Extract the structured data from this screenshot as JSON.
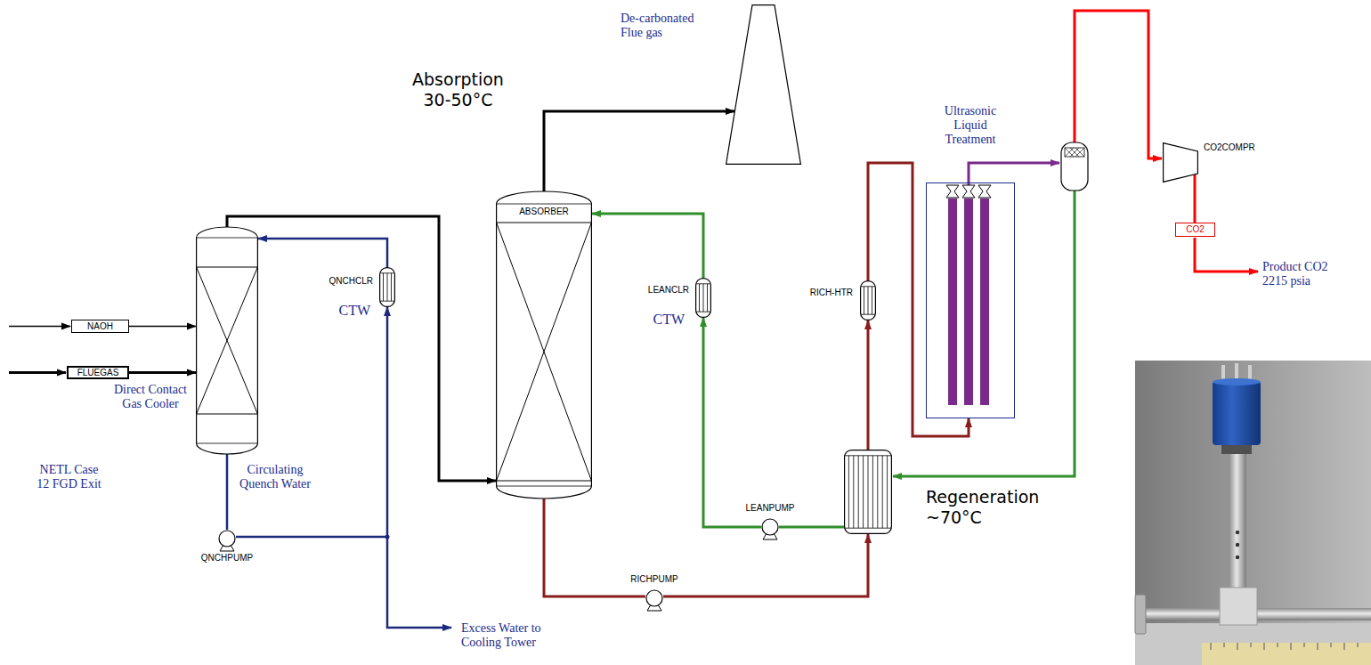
{
  "diagram": {
    "nodes": [
      {
        "text": [
          "NAOH"
        ]
      },
      {
        "text": [
          "FLUEGAS"
        ]
      },
      {
        "text": [
          "Direct Contact Gas Cooler"
        ]
      },
      {
        "text": [
          "QNCHPUMP"
        ]
      },
      {
        "text": [
          "QNCHCLR",
          "CTW"
        ]
      },
      {
        "text": [
          "ABSORBER"
        ]
      },
      {
        "text": [
          "De-carbonated Flue gas"
        ]
      },
      {
        "text": [
          "LEANCLR",
          "CTW"
        ]
      },
      {
        "text": [
          "LEANPUMP"
        ]
      },
      {
        "text": [
          "RICHPUMP"
        ]
      },
      {
        "text": [
          "Regeneration ~70°C"
        ]
      },
      {
        "text": [
          "RICH-HTR"
        ]
      },
      {
        "text": [
          "Ultrasonic Liquid Treatment"
        ]
      },
      {
        "text": [
          "CO2COMPR"
        ]
      },
      {
        "text": [
          "CO2"
        ]
      }
    ],
    "edges": [
      {
        "from": 0,
        "to": 2,
        "arrow": "to"
      },
      {
        "from": 1,
        "to": 2,
        "arrow": "to"
      },
      {
        "from": 2,
        "to": 5,
        "arrow": "to"
      },
      {
        "from": 2,
        "to": 3,
        "arrow": "none"
      },
      {
        "from": 3,
        "to": 4,
        "arrow": "to"
      },
      {
        "from": 4,
        "to": 2,
        "arrow": "to"
      },
      {
        "from": 5,
        "to": 6,
        "arrow": "to"
      },
      {
        "from": 5,
        "to": 9,
        "arrow": "none"
      },
      {
        "from": 9,
        "to": 10,
        "arrow": "to"
      },
      {
        "from": 10,
        "to": 11,
        "arrow": "to"
      },
      {
        "from": 11,
        "to": 12,
        "arrow": "to"
      },
      {
        "from": 10,
        "to": 8,
        "arrow": "none"
      },
      {
        "from": 8,
        "to": 7,
        "arrow": "to"
      },
      {
        "from": 7,
        "to": 5,
        "arrow": "to"
      },
      {
        "from": 13,
        "to": 14,
        "arrow": "none"
      }
    ],
    "labels": [
      "Absorption 30-50°C",
      "NETL Case 12 FGD Exit",
      "Circulating Quench Water",
      "Excess Water to Cooling Tower",
      "Product CO2 2215 psia"
    ]
  }
}
